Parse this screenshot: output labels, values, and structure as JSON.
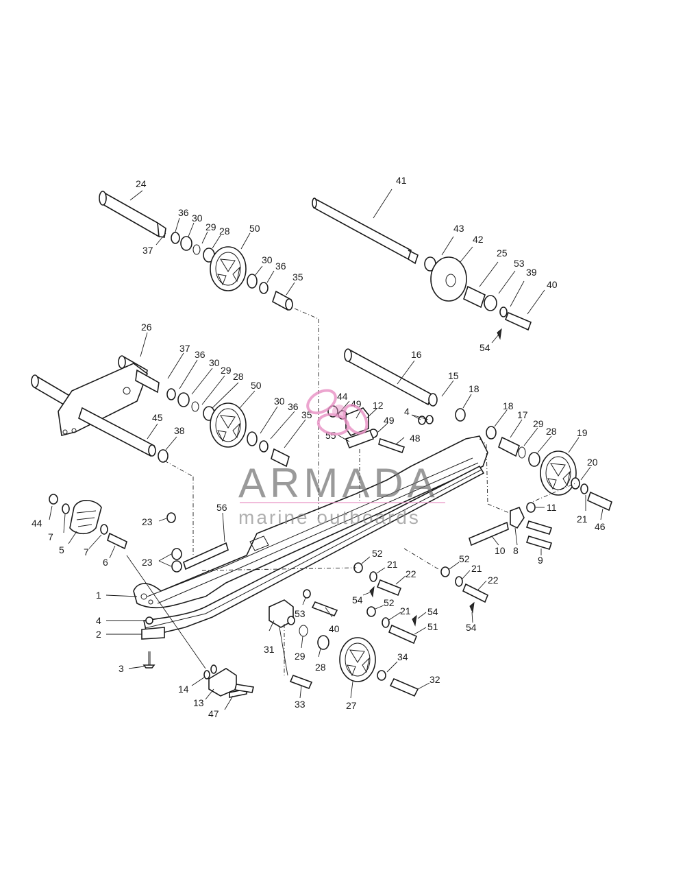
{
  "watermark": {
    "title": "ARMADA",
    "subtitle": "marine outboards",
    "logo_color": "#e88fc4"
  },
  "labels": {
    "l1": "1",
    "l2": "2",
    "l3": "3",
    "l4a": "4",
    "l4b": "4",
    "l5": "5",
    "l6": "6",
    "l7a": "7",
    "l7b": "7",
    "l8": "8",
    "l9": "9",
    "l10": "10",
    "l11": "11",
    "l12": "12",
    "l13": "13",
    "l14": "14",
    "l15": "15",
    "l16": "16",
    "l17": "17",
    "l18a": "18",
    "l18b": "18",
    "l19": "19",
    "l20": "20",
    "l21a": "21",
    "l21b": "21",
    "l21c": "21",
    "l21d": "21",
    "l22a": "22",
    "l22b": "22",
    "l23a": "23",
    "l23b": "23",
    "l24": "24",
    "l25": "25",
    "l26": "26",
    "l27": "27",
    "l28a": "28",
    "l28b": "28",
    "l28c": "28",
    "l28d": "28",
    "l29a": "29",
    "l29b": "29",
    "l29c": "29",
    "l29d": "29",
    "l30a": "30",
    "l30b": "30",
    "l30c": "30",
    "l30d": "30",
    "l31": "31",
    "l32": "32",
    "l33": "33",
    "l34": "34",
    "l35a": "35",
    "l35b": "35",
    "l36a": "36",
    "l36b": "36",
    "l36c": "36",
    "l36d": "36",
    "l37a": "37",
    "l37b": "37",
    "l38": "38",
    "l39": "39",
    "l40a": "40",
    "l40b": "40",
    "l41": "41",
    "l42": "42",
    "l43": "43",
    "l44a": "44",
    "l44b": "44",
    "l45": "45",
    "l46": "46",
    "l47": "47",
    "l48": "48",
    "l49a": "49",
    "l49b": "49",
    "l50a": "50",
    "l50b": "50",
    "l51": "51",
    "l52a": "52",
    "l52b": "52",
    "l52c": "52",
    "l53a": "53",
    "l53b": "53",
    "l54a": "54",
    "l54b": "54",
    "l54c": "54",
    "l54d": "54",
    "l55": "55",
    "l56": "56"
  }
}
